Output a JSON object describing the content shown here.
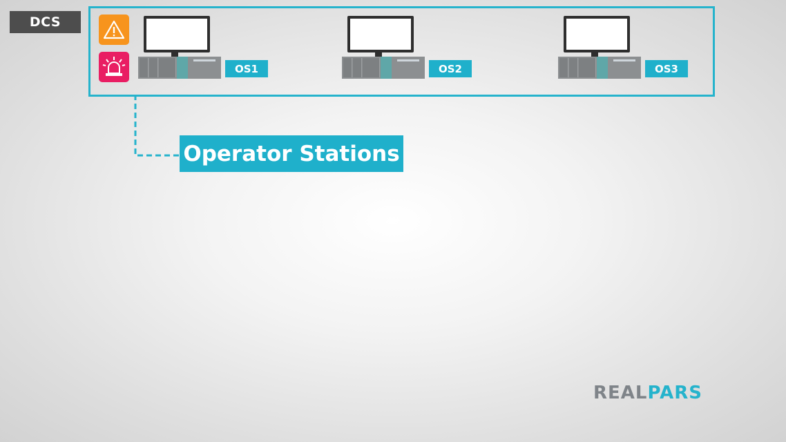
{
  "dcs_tag": "DCS",
  "stations": [
    {
      "label": "OS1"
    },
    {
      "label": "OS2"
    },
    {
      "label": "OS3"
    }
  ],
  "section_title": "Operator Stations",
  "icons": {
    "warning": "warning-triangle-icon",
    "alarm": "siren-alarm-icon"
  },
  "logo": {
    "part1": "REAL",
    "part2": "PARS"
  },
  "colors": {
    "accent": "#1fb0cb",
    "warning": "#f7941d",
    "alarm": "#e91e63",
    "tag": "#4d4d4d"
  }
}
